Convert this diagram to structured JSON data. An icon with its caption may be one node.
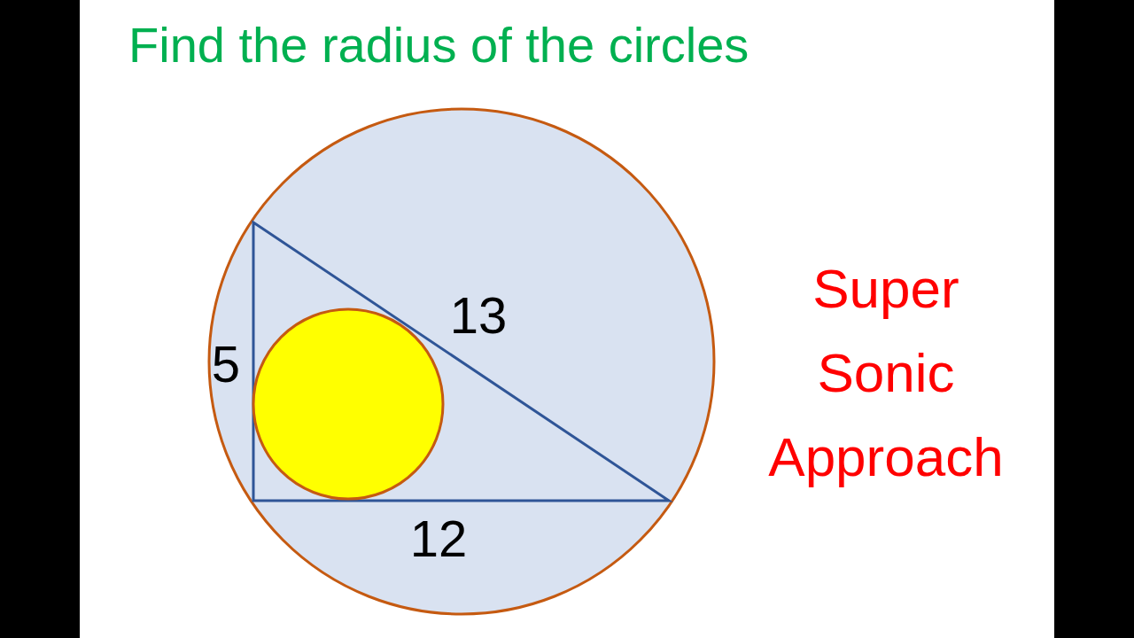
{
  "diagram": {
    "title": "Find the radius of the circles",
    "labels": [
      "5",
      "13",
      "12",
      "Super Sonic Approach"
    ]
  }
}
